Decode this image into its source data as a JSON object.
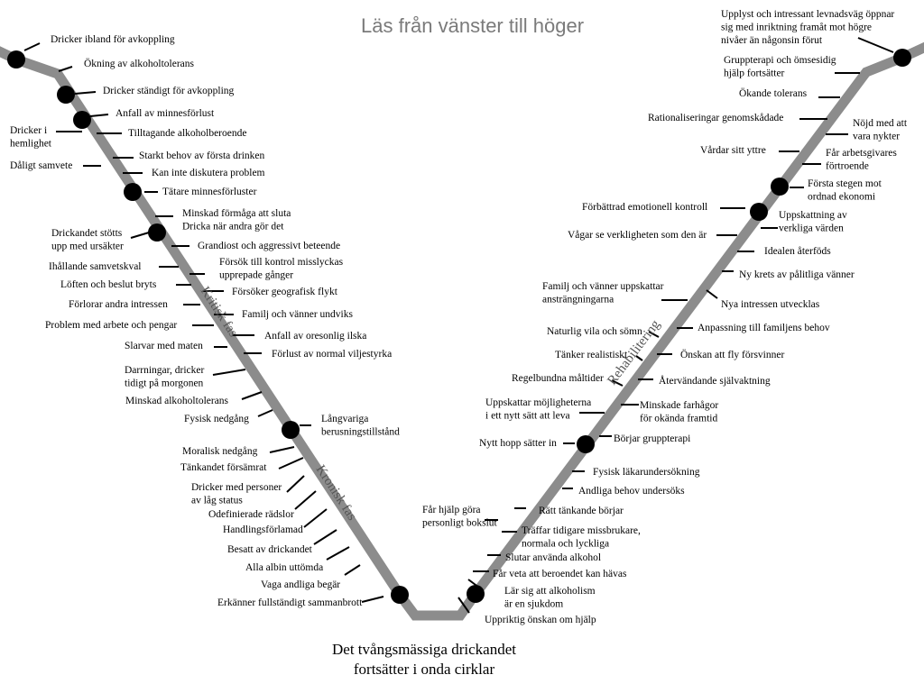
{
  "title": "Läs från vänster till höger",
  "caption": [
    "Det tvångsmässiga drickandet",
    "fortsätter i onda cirklar"
  ],
  "phases": {
    "critical": "Kritisk fas",
    "chronic": "Kronisk fas",
    "rehab": "Rehabilitering"
  },
  "labels": [
    {
      "lines": [
        "Dricker ibland för avkoppling"
      ]
    },
    {
      "lines": [
        "Ökning av alkoholtolerans"
      ]
    },
    {
      "lines": [
        "Dricker ständigt för avkoppling"
      ]
    },
    {
      "lines": [
        "Anfall av minnesförlust"
      ]
    },
    {
      "lines": [
        "Dricker i",
        "hemlighet"
      ]
    },
    {
      "lines": [
        "Tilltagande alkoholberoende"
      ]
    },
    {
      "lines": [
        "Starkt behov av första drinken"
      ]
    },
    {
      "lines": [
        "Dåligt samvete"
      ]
    },
    {
      "lines": [
        "Kan inte diskutera problem"
      ]
    },
    {
      "lines": [
        "Tätare minnesförluster"
      ]
    },
    {
      "lines": [
        "Minskad förmåga att sluta",
        "Dricka när andra gör det"
      ]
    },
    {
      "lines": [
        "Drickandet stötts",
        "upp med ursäkter"
      ]
    },
    {
      "lines": [
        "Grandiost och aggressivt beteende"
      ]
    },
    {
      "lines": [
        "Ihållande samvetskval"
      ]
    },
    {
      "lines": [
        "Försök till kontrol misslyckas",
        "upprepade gånger"
      ]
    },
    {
      "lines": [
        "Löften och beslut bryts"
      ]
    },
    {
      "lines": [
        "Försöker geografisk flykt"
      ]
    },
    {
      "lines": [
        "Förlorar andra intressen"
      ]
    },
    {
      "lines": [
        "Familj och vänner undviks"
      ]
    },
    {
      "lines": [
        "Problem med arbete och pengar"
      ]
    },
    {
      "lines": [
        "Anfall av oresonlig ilska"
      ]
    },
    {
      "lines": [
        "Slarvar med maten"
      ]
    },
    {
      "lines": [
        "Förlust av normal viljestyrka"
      ]
    },
    {
      "lines": [
        "Darrningar, dricker",
        "tidigt på morgonen"
      ]
    },
    {
      "lines": [
        "Minskad alkoholtolerans"
      ]
    },
    {
      "lines": [
        "Fysisk nedgång"
      ]
    },
    {
      "lines": [
        "Långvariga",
        "berusningstillstånd"
      ]
    },
    {
      "lines": [
        "Moralisk nedgång"
      ]
    },
    {
      "lines": [
        "Tänkandet försämrat"
      ]
    },
    {
      "lines": [
        "Dricker med personer",
        "av låg status"
      ]
    },
    {
      "lines": [
        "Odefinierade rädslor"
      ]
    },
    {
      "lines": [
        "Handlingsförlamad"
      ]
    },
    {
      "lines": [
        "Besatt av drickandet"
      ]
    },
    {
      "lines": [
        "Alla albin uttömda"
      ]
    },
    {
      "lines": [
        "Vaga andliga begär"
      ]
    },
    {
      "lines": [
        "Erkänner fullständigt sammanbrott"
      ]
    },
    {
      "lines": [
        "Upplyst och intressant levnadsväg öppnar",
        "sig med inriktning framåt mot högre",
        "nivåer än någonsin förut"
      ]
    },
    {
      "lines": [
        "Gruppterapi och ömsesidig",
        "hjälp fortsätter"
      ]
    },
    {
      "lines": [
        "Ökande tolerans"
      ]
    },
    {
      "lines": [
        "Rationaliseringar genomskådade"
      ]
    },
    {
      "lines": [
        "Nöjd med att",
        "vara nykter"
      ]
    },
    {
      "lines": [
        "Vårdar sitt yttre"
      ]
    },
    {
      "lines": [
        "Får arbetsgivares",
        "förtroende"
      ]
    },
    {
      "lines": [
        "Första stegen mot",
        "ordnad ekonomi"
      ]
    },
    {
      "lines": [
        "Förbättrad emotionell kontroll"
      ]
    },
    {
      "lines": [
        "Uppskattning av",
        "verkliga värden"
      ]
    },
    {
      "lines": [
        "Vågar se verkligheten som den är"
      ]
    },
    {
      "lines": [
        "Idealen återföds"
      ]
    },
    {
      "lines": [
        "Ny krets av pålitliga vänner"
      ]
    },
    {
      "lines": [
        "Familj och vänner uppskattar",
        "ansträngningarna"
      ]
    },
    {
      "lines": [
        "Nya intressen utvecklas"
      ]
    },
    {
      "lines": [
        "Anpassning till familjens behov"
      ]
    },
    {
      "lines": [
        "Naturlig vila och sömn"
      ]
    },
    {
      "lines": [
        "Tänker realistiskt"
      ]
    },
    {
      "lines": [
        "Önskan att fly  försvinner"
      ]
    },
    {
      "lines": [
        "Regelbundna måltider"
      ]
    },
    {
      "lines": [
        "Återvändande självaktning"
      ]
    },
    {
      "lines": [
        "Uppskattar möjligheterna",
        "i ett nytt sätt att leva"
      ]
    },
    {
      "lines": [
        "Minskade farhågor",
        "för okända framtid"
      ]
    },
    {
      "lines": [
        "Nytt hopp sätter in"
      ]
    },
    {
      "lines": [
        "Börjar gruppterapi"
      ]
    },
    {
      "lines": [
        "Fysisk läkarundersökning"
      ]
    },
    {
      "lines": [
        "Andliga behov undersöks"
      ]
    },
    {
      "lines": [
        "Rätt tänkande börjar"
      ]
    },
    {
      "lines": [
        "Får hjälp göra",
        "personligt bokslut"
      ]
    },
    {
      "lines": [
        "Träffar tidigare missbrukare,",
        "normala och lyckliga"
      ]
    },
    {
      "lines": [
        "Slutar använda alkohol"
      ]
    },
    {
      "lines": [
        "Får veta att beroendet kan hävas"
      ]
    },
    {
      "lines": [
        "Lär sig att alkoholism",
        "är en sjukdom"
      ]
    },
    {
      "lines": [
        "Uppriktig önskan om hjälp"
      ]
    }
  ]
}
